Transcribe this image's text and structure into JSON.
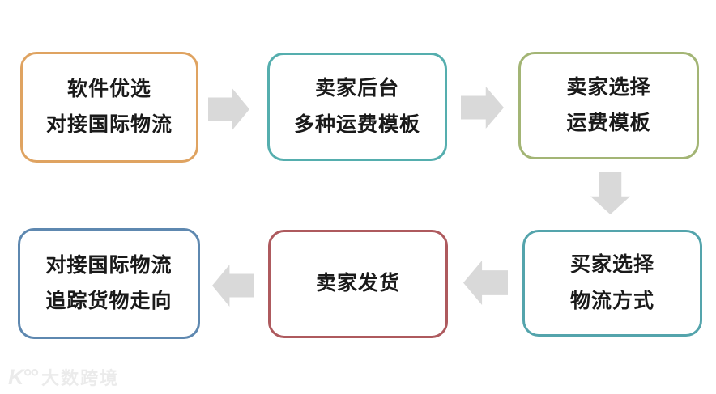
{
  "diagram": {
    "type": "flowchart",
    "background": "#ffffff",
    "text_color": "#1a1a1a",
    "arrow_color": "#d9d9d9",
    "boxes": [
      {
        "id": "step-1",
        "lines": [
          "软件优选",
          "对接国际物流"
        ],
        "border_color": "#dfa361"
      },
      {
        "id": "step-2",
        "lines": [
          "卖家后台",
          "多种运费模板"
        ],
        "border_color": "#55aeae"
      },
      {
        "id": "step-3",
        "lines": [
          "卖家选择",
          "运费模板"
        ],
        "border_color": "#a3b575"
      },
      {
        "id": "step-4",
        "lines": [
          "买家选择",
          "物流方式"
        ],
        "border_color": "#54a4ac"
      },
      {
        "id": "step-5",
        "lines": [
          "卖家发货"
        ],
        "border_color": "#ae5a5e"
      },
      {
        "id": "step-6",
        "lines": [
          "对接国际物流",
          "追踪货物走向"
        ],
        "border_color": "#5e88b0"
      }
    ],
    "arrows": [
      {
        "from": "step-1",
        "to": "step-2",
        "direction": "right"
      },
      {
        "from": "step-2",
        "to": "step-3",
        "direction": "right"
      },
      {
        "from": "step-3",
        "to": "step-4",
        "direction": "down"
      },
      {
        "from": "step-4",
        "to": "step-5",
        "direction": "left"
      },
      {
        "from": "step-5",
        "to": "step-6",
        "direction": "left"
      }
    ]
  },
  "watermark": {
    "logo_glyph": "K°°",
    "text": "大数跨境",
    "color": "#ebebeb"
  }
}
